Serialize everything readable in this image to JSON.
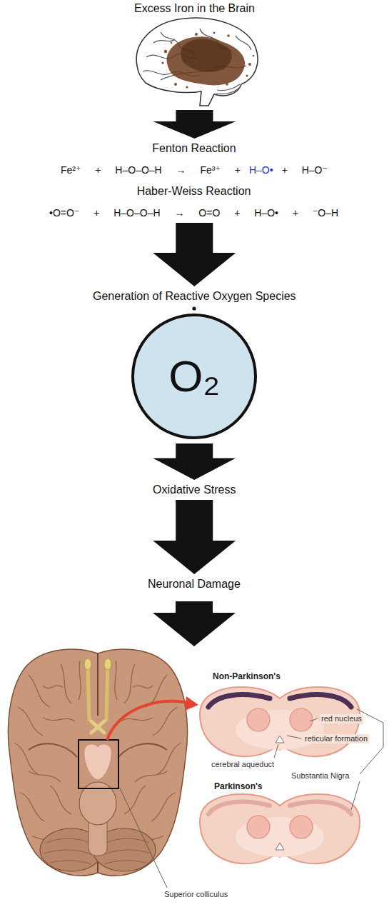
{
  "diagram": {
    "nodes": [
      {
        "text": [
          "Excess Iron in the Brain"
        ]
      },
      {
        "text": [
          "Fenton Reaction",
          "Fe²⁺ + H–O–O–H → Fe³⁺ +",
          "H–O•",
          "+ H–O⁻"
        ]
      },
      {
        "text": [
          "Haber-Weiss Reaction",
          "•O=O⁻ + H–O–O–H → O=O + H–O• + ⁻O–H"
        ]
      },
      {
        "text": [
          "Generation of Reactive Oxygen Species",
          "O₂"
        ]
      },
      {
        "text": [
          "Oxidative Stress"
        ]
      },
      {
        "text": [
          "Neuronal Damage"
        ]
      }
    ],
    "edges": [
      {
        "from": 0,
        "to": 1,
        "arrow": "to"
      },
      {
        "from": 2,
        "to": 3,
        "arrow": "to"
      },
      {
        "from": 3,
        "to": 4,
        "arrow": "to"
      },
      {
        "from": 4,
        "to": 5,
        "arrow": "to"
      }
    ],
    "labels": [
      "Non-Parkinson's",
      "red nucleus",
      "reticular formation",
      "cerebral aqueduct",
      "Substantia Nigra",
      "Parkinson's",
      "Superior colliculus"
    ]
  }
}
